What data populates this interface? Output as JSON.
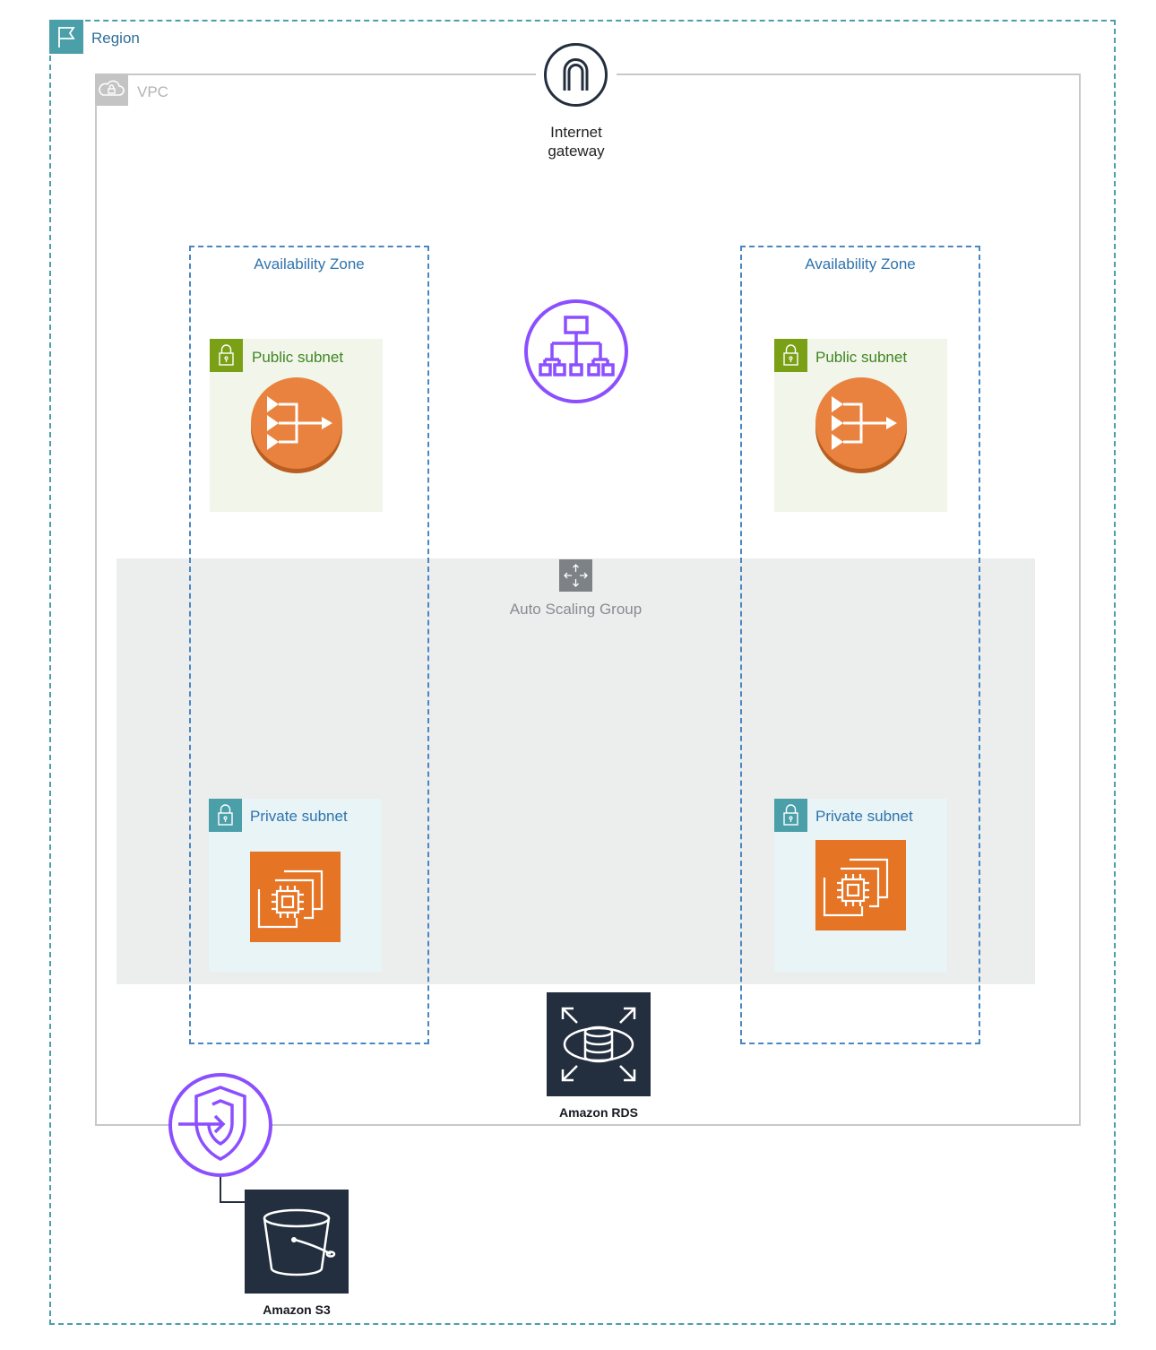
{
  "region": {
    "label": "Region",
    "icon": "flag-icon"
  },
  "vpc": {
    "label": "VPC",
    "icon": "cloud-lock-icon"
  },
  "internet_gateway": {
    "label_line1": "Internet",
    "label_line2": "gateway"
  },
  "availability_zones": [
    {
      "label": "Availability Zone"
    },
    {
      "label": "Availability Zone"
    }
  ],
  "public_subnets": [
    {
      "label": "Public subnet",
      "icon": "nat-gateway-icon"
    },
    {
      "label": "Public subnet",
      "icon": "nat-gateway-icon"
    }
  ],
  "private_subnets": [
    {
      "label": "Private subnet",
      "icon": "ec2-instances-icon"
    },
    {
      "label": "Private subnet",
      "icon": "ec2-instances-icon"
    }
  ],
  "load_balancer": {
    "icon": "application-load-balancer-icon"
  },
  "auto_scaling_group": {
    "label": "Auto Scaling Group"
  },
  "rds": {
    "label": "Amazon RDS"
  },
  "s3": {
    "label": "Amazon S3"
  },
  "vpc_endpoint": {
    "icon": "vpc-endpoint-icon"
  },
  "colors": {
    "region": "#4a9fa8",
    "availability_zone": "#4a87c2",
    "public_subnet": "#7aa116",
    "private_subnet": "#4a9fa8",
    "ec2": "#e57424",
    "nat": "#e8823e",
    "elb": "#8c4fff",
    "service_dark": "#232f3e"
  }
}
